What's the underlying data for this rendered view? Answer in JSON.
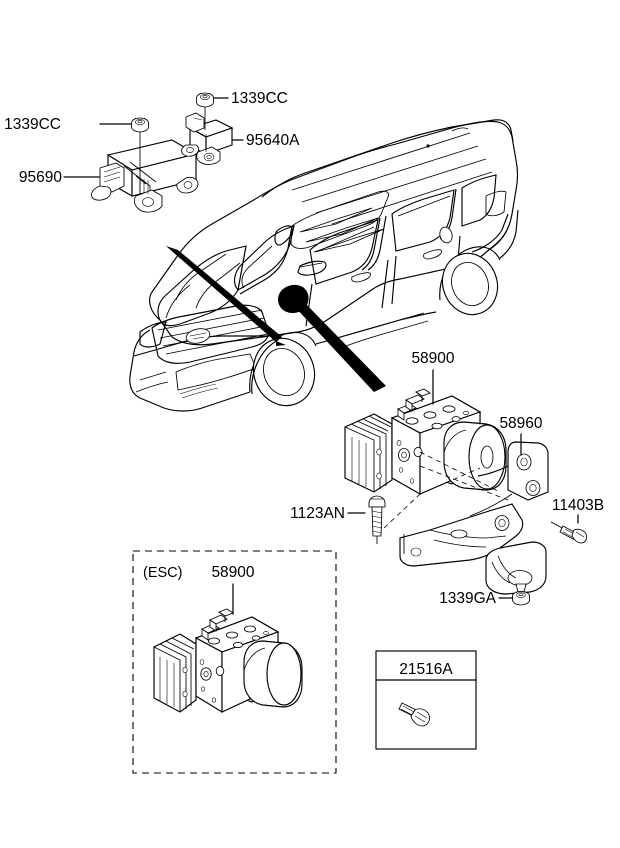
{
  "diagram": {
    "title": "ABS Hydraulic Module & Airbag/Yaw Sensor Assembly",
    "vehicle": "SUV 3/4 front-left view",
    "background_color": "#ffffff",
    "line_color": "#000000"
  },
  "labels": {
    "nut_airbag_module": "1339CC",
    "nut_yaw_sensor": "1339CC",
    "airbag_control_module": "95690",
    "yaw_rate_sensor": "95640A",
    "abs_hydraulic_unit": "58900",
    "abs_bracket": "58960",
    "screw_1123an": "1123AN",
    "bolt_11403b": "11403B",
    "nut_1339ga": "1339GA",
    "esc_box_caption": "(ESC)",
    "esc_abs_unit": "58900",
    "inset_box_part": "21516A"
  },
  "callouts": [
    {
      "part": "1339CC",
      "describes": "flange nut for airbag control module"
    },
    {
      "part": "95690",
      "describes": "airbag control module (SRS ECU)"
    },
    {
      "part": "1339CC",
      "describes": "flange nut for yaw rate sensor"
    },
    {
      "part": "95640A",
      "describes": "yaw rate / G sensor"
    },
    {
      "part": "58900",
      "describes": "ABS / ESC hydraulic module assembly"
    },
    {
      "part": "58960",
      "describes": "ABS hydraulic unit mounting bracket"
    },
    {
      "part": "1123AN",
      "describes": "tapping screw"
    },
    {
      "part": "11403B",
      "describes": "flange bolt"
    },
    {
      "part": "1339GA",
      "describes": "flange nut"
    },
    {
      "part": "21516A",
      "describes": "flange bolt (inset box)"
    }
  ],
  "esc_panel": {
    "caption": "(ESC)",
    "part": "58900"
  },
  "inset_panel": {
    "part": "21516A"
  }
}
